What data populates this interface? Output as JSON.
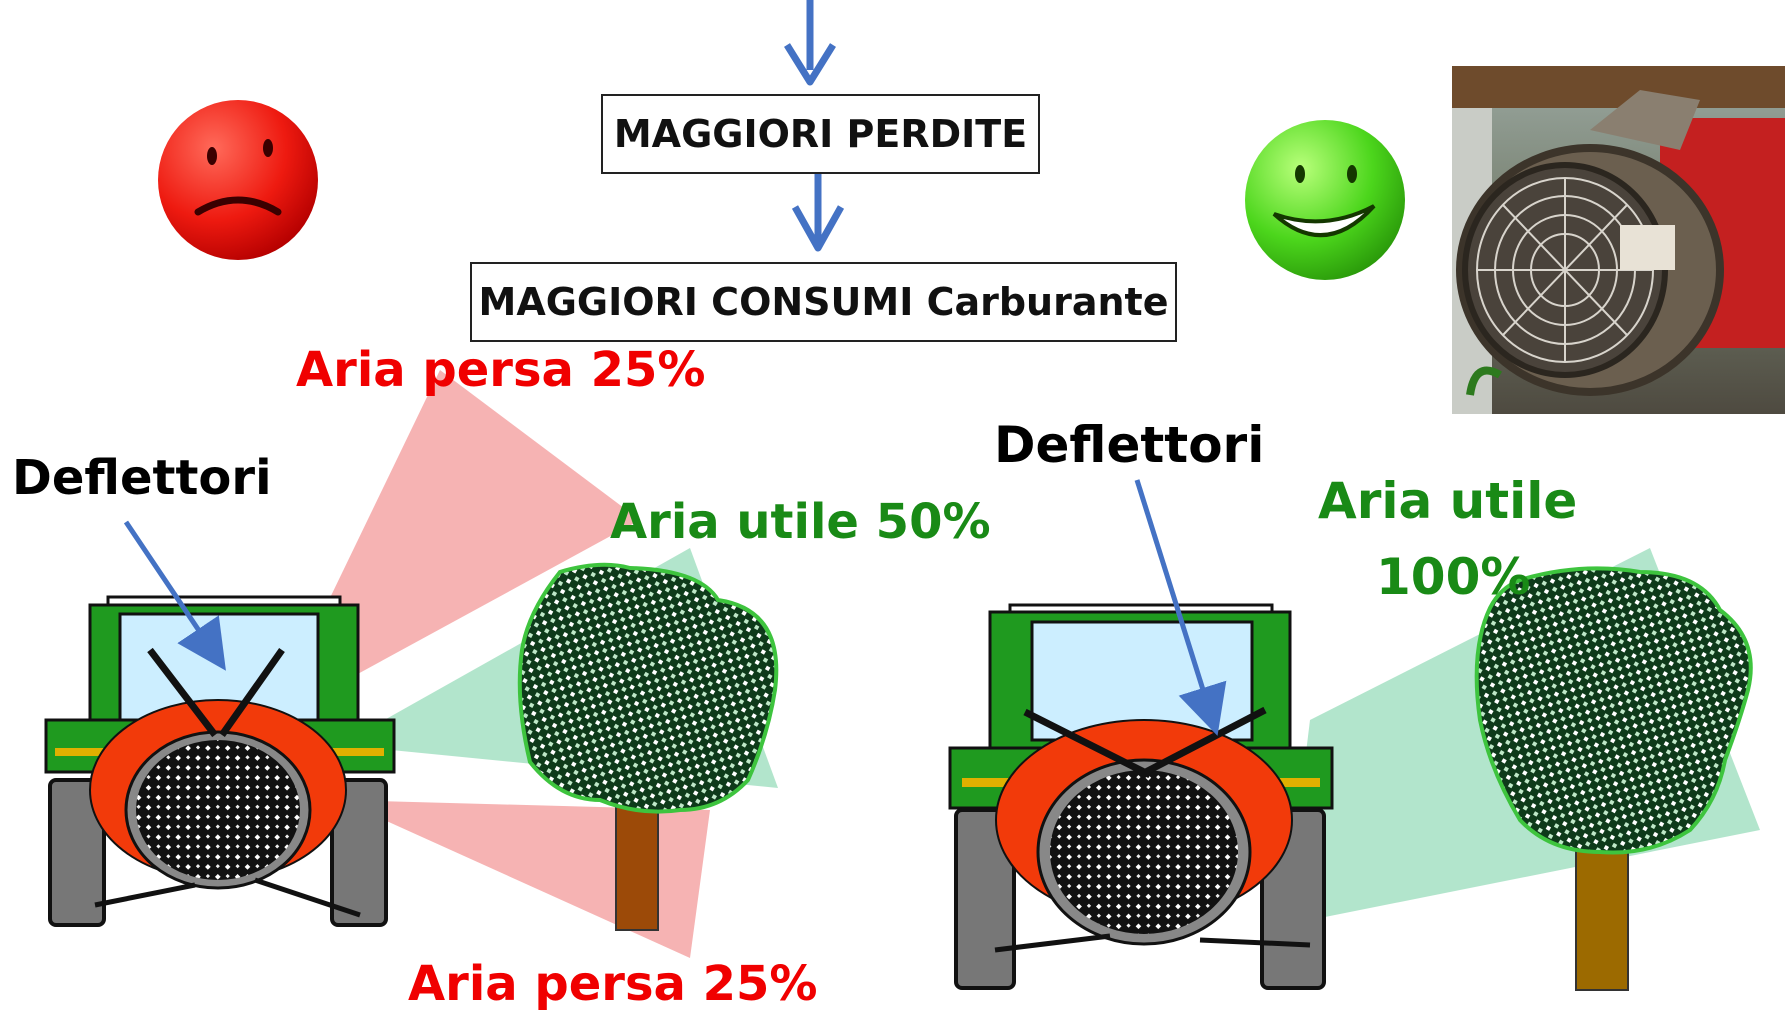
{
  "flow": {
    "box1": "MAGGIORI PERDITE",
    "box2": "MAGGIORI CONSUMI Carburante"
  },
  "left_scene": {
    "deflector_label": "Deflettori",
    "air_lost_top": "Aria persa 25%",
    "air_useful": "Aria utile 50%",
    "air_lost_bottom": "Aria persa 25%",
    "mood_icon": "sad-face-icon"
  },
  "right_scene": {
    "deflector_label": "Deflettori",
    "air_useful_line1": "Aria  utile",
    "air_useful_line2": "100%",
    "mood_icon": "happy-face-icon"
  },
  "colors": {
    "lost_air": "#f08080",
    "useful_air": "#66cc99",
    "red_text": "#f00000",
    "green_text": "#198a16",
    "arrow_blue": "#4472c4",
    "tractor_green": "#1f9a1f",
    "sprayer_orange": "#f23a0a",
    "trunk_brown": "#9c4a08"
  },
  "photo": {
    "subject": "axial-fan-sprayer-photo"
  }
}
